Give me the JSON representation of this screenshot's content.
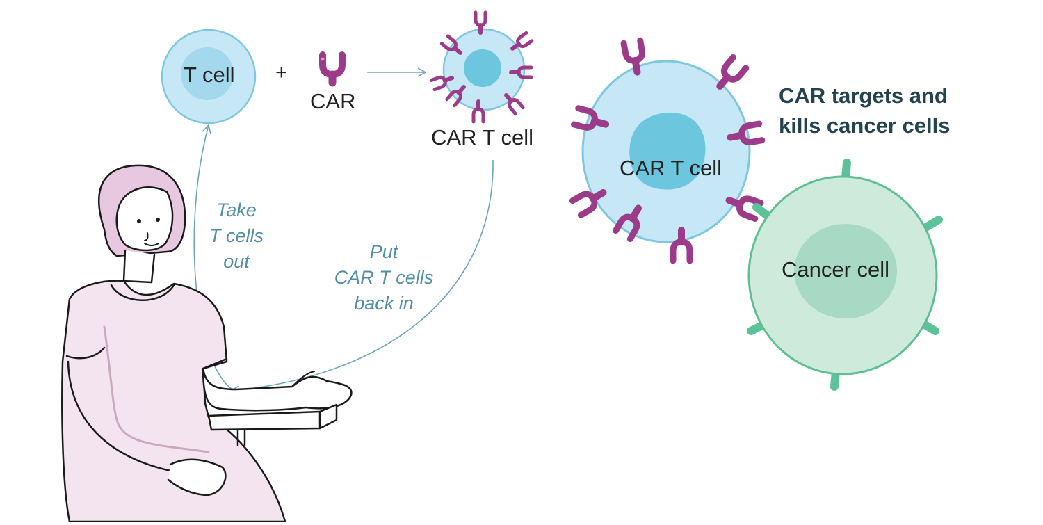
{
  "labels": {
    "t_cell": "T cell",
    "plus": "+",
    "car": "CAR",
    "car_t_cell_small": "CAR T cell",
    "car_t_cell_large": "CAR T cell",
    "cancer_cell": "Cancer cell",
    "headline_line1": "CAR targets and",
    "headline_line2": "kills cancer cells",
    "take_line1": "Take",
    "take_line2": "T cells",
    "take_line3": "out",
    "put_line1": "Put",
    "put_line2": "CAR T cells",
    "put_line3": "back in"
  },
  "colors": {
    "t_cell_fill": "#c6e7f5",
    "t_cell_stroke": "#7fc7e0",
    "nucleus": "#6cc6dd",
    "car_receptor": "#9c3b8a",
    "cancer_fill": "#cdeadb",
    "cancer_stroke": "#5fbf94",
    "cancer_nucleus": "#a8d9c4",
    "cancer_spike": "#5cc29a",
    "arrow": "#6aa5b6",
    "patient_dress": "#f3e4ef",
    "patient_hair": "#e8c8e0",
    "outline": "#1a1a1a",
    "headline": "#23434e",
    "annotation": "#4f8fa3"
  },
  "icons": {
    "receptor": "y-shaped-receptor-icon",
    "spike": "antigen-spike-icon",
    "patient": "seated-patient-illustration"
  }
}
